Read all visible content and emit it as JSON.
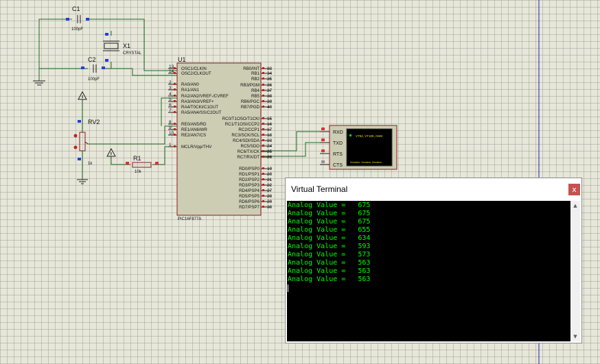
{
  "schematic": {
    "c1": {
      "ref": "C1",
      "value": "100pF"
    },
    "c2": {
      "ref": "C2",
      "value": "100pF"
    },
    "x1": {
      "ref": "X1",
      "value": "CRYSTAL"
    },
    "rv2": {
      "ref": "RV2",
      "value": "1k"
    },
    "r1": {
      "ref": "R1",
      "value": "10k"
    },
    "u1": {
      "ref": "U1",
      "part": "PIC16F877A",
      "left_pins": [
        {
          "name": "OSC1/CLKIN",
          "num": "13"
        },
        {
          "name": "OSC2/CLKOUT",
          "num": "14"
        },
        {
          "name": "RA0/AN0",
          "num": "2"
        },
        {
          "name": "RA1/AN1",
          "num": "3"
        },
        {
          "name": "RA2/AN2/VREF-/CVREF",
          "num": "4"
        },
        {
          "name": "RA3/AN3/VREF+",
          "num": "5"
        },
        {
          "name": "RA4/T0CKI/C1OUT",
          "num": "6"
        },
        {
          "name": "RA5/AN4/SS/C2OUT",
          "num": "7"
        },
        {
          "name": "RE0/AN5/RD",
          "num": "8"
        },
        {
          "name": "RE1/AN6/WR",
          "num": "9"
        },
        {
          "name": "RE2/AN7/CS",
          "num": "10"
        },
        {
          "name": "MCLR/Vpp/THV",
          "num": "1"
        }
      ],
      "right_pins": [
        {
          "name": "RB0/INT",
          "num": "33"
        },
        {
          "name": "RB1",
          "num": "34"
        },
        {
          "name": "RB2",
          "num": "35"
        },
        {
          "name": "RB3/PGM",
          "num": "36"
        },
        {
          "name": "RB4",
          "num": "37"
        },
        {
          "name": "RB5",
          "num": "38"
        },
        {
          "name": "RB6/PGC",
          "num": "39"
        },
        {
          "name": "RB7/PGD",
          "num": "40"
        },
        {
          "name": "RC0/T1OSO/T1CKI",
          "num": "15"
        },
        {
          "name": "RC1/T1OSI/CCP2",
          "num": "16"
        },
        {
          "name": "RC2/CCP1",
          "num": "17"
        },
        {
          "name": "RC3/SCK/SCL",
          "num": "18"
        },
        {
          "name": "RC4/SDI/SDA",
          "num": "23"
        },
        {
          "name": "RC5/SDO",
          "num": "24"
        },
        {
          "name": "RC6/TX/CK",
          "num": "25"
        },
        {
          "name": "RC7/RX/DT",
          "num": "26"
        },
        {
          "name": "RD0/PSP0",
          "num": "19"
        },
        {
          "name": "RD1/PSP1",
          "num": "20"
        },
        {
          "name": "RD2/PSP2",
          "num": "21"
        },
        {
          "name": "RD3/PSP3",
          "num": "22"
        },
        {
          "name": "RD4/PSP4",
          "num": "27"
        },
        {
          "name": "RD5/PSP5",
          "num": "28"
        },
        {
          "name": "RD6/PSP6",
          "num": "29"
        },
        {
          "name": "RD7/PSP7",
          "num": "30"
        }
      ]
    },
    "vterm_part": {
      "pins": [
        "RXD",
        "TXD",
        "RTS",
        "CTS"
      ],
      "display_top": "VT52, VT100, ANSI",
      "display_bottom": "Xmodem, Ymodem, Zmodem"
    }
  },
  "terminal": {
    "title": "Virtual Terminal",
    "close_label": "x",
    "lines": [
      "Analog Value =   675",
      "Analog Value =   675",
      "Analog Value =   675",
      "Analog Value =   655",
      "Analog Value =   634",
      "Analog Value =   593",
      "Analog Value =   573",
      "Analog Value =   563",
      "Analog Value =   563",
      "Analog Value =   563"
    ]
  },
  "colors": {
    "wire": "#1f6b1f",
    "component": "#8b1a1a",
    "chip_fill": "#cdcdb4",
    "terminal_text": "#00ff00",
    "close_bg": "#c75050"
  }
}
